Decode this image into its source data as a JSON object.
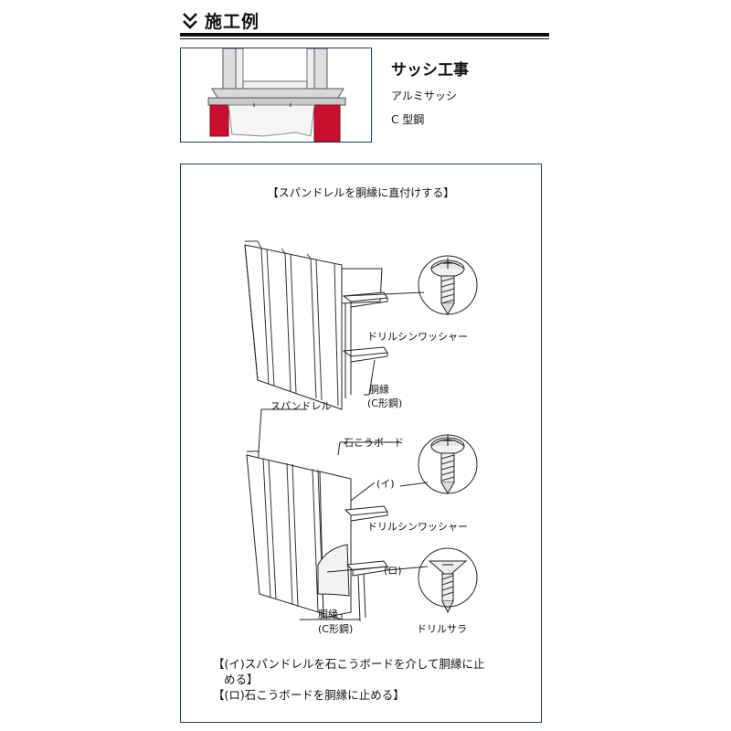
{
  "header": {
    "title": "施工例"
  },
  "sash": {
    "heading": "サッシ工事",
    "items": [
      "アルミサッシ",
      "C 型鋼"
    ]
  },
  "example": {
    "caption": "【スパンドレルを胴縁に直付けする】",
    "labels": {
      "drill_washer_top": "ドリルシンワッシャー",
      "furring_top": "胴縁",
      "c_steel_top": "(C形鋼)",
      "spandrel": "スパンドレル",
      "gypsum_board": "石こうボード",
      "mark_i": "(イ)",
      "drill_washer_bottom": "ドリルシンワッシャー",
      "mark_ro": "(ロ)",
      "furring_bottom": "胴縁",
      "c_steel_bottom": "(C形鋼)",
      "drill_sara": "ドリルサラ"
    },
    "notes": [
      "【(イ)スパンドレルを石こうボードを介して胴縁に止",
      "める】",
      "【(ロ)石こうボードを胴縁に止める】"
    ]
  },
  "colors": {
    "frame_border": "#23346a",
    "accent_red": "#c8102e"
  }
}
